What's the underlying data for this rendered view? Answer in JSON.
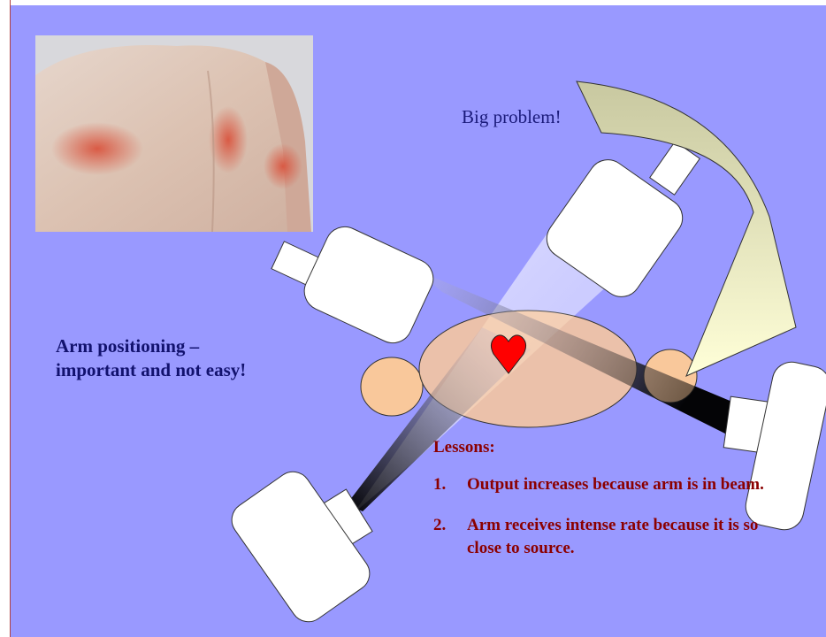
{
  "slide": {
    "callout": "Big problem!",
    "arm_note": "Arm positioning – important and not easy!",
    "lessons": {
      "title": "Lessons:",
      "items": [
        {
          "num": "1.",
          "text": "Output increases because arm is in beam."
        },
        {
          "num": "2.",
          "text": "Arm receives intense rate because it is so close to source."
        }
      ]
    }
  },
  "photo": {
    "subject": "back-skin-erythema-photo"
  },
  "colors": {
    "background": "#9999ff",
    "lesson_text": "#8b0000",
    "note_text": "#12126e",
    "body": "#f9c89b",
    "heart": "#ff0000"
  }
}
